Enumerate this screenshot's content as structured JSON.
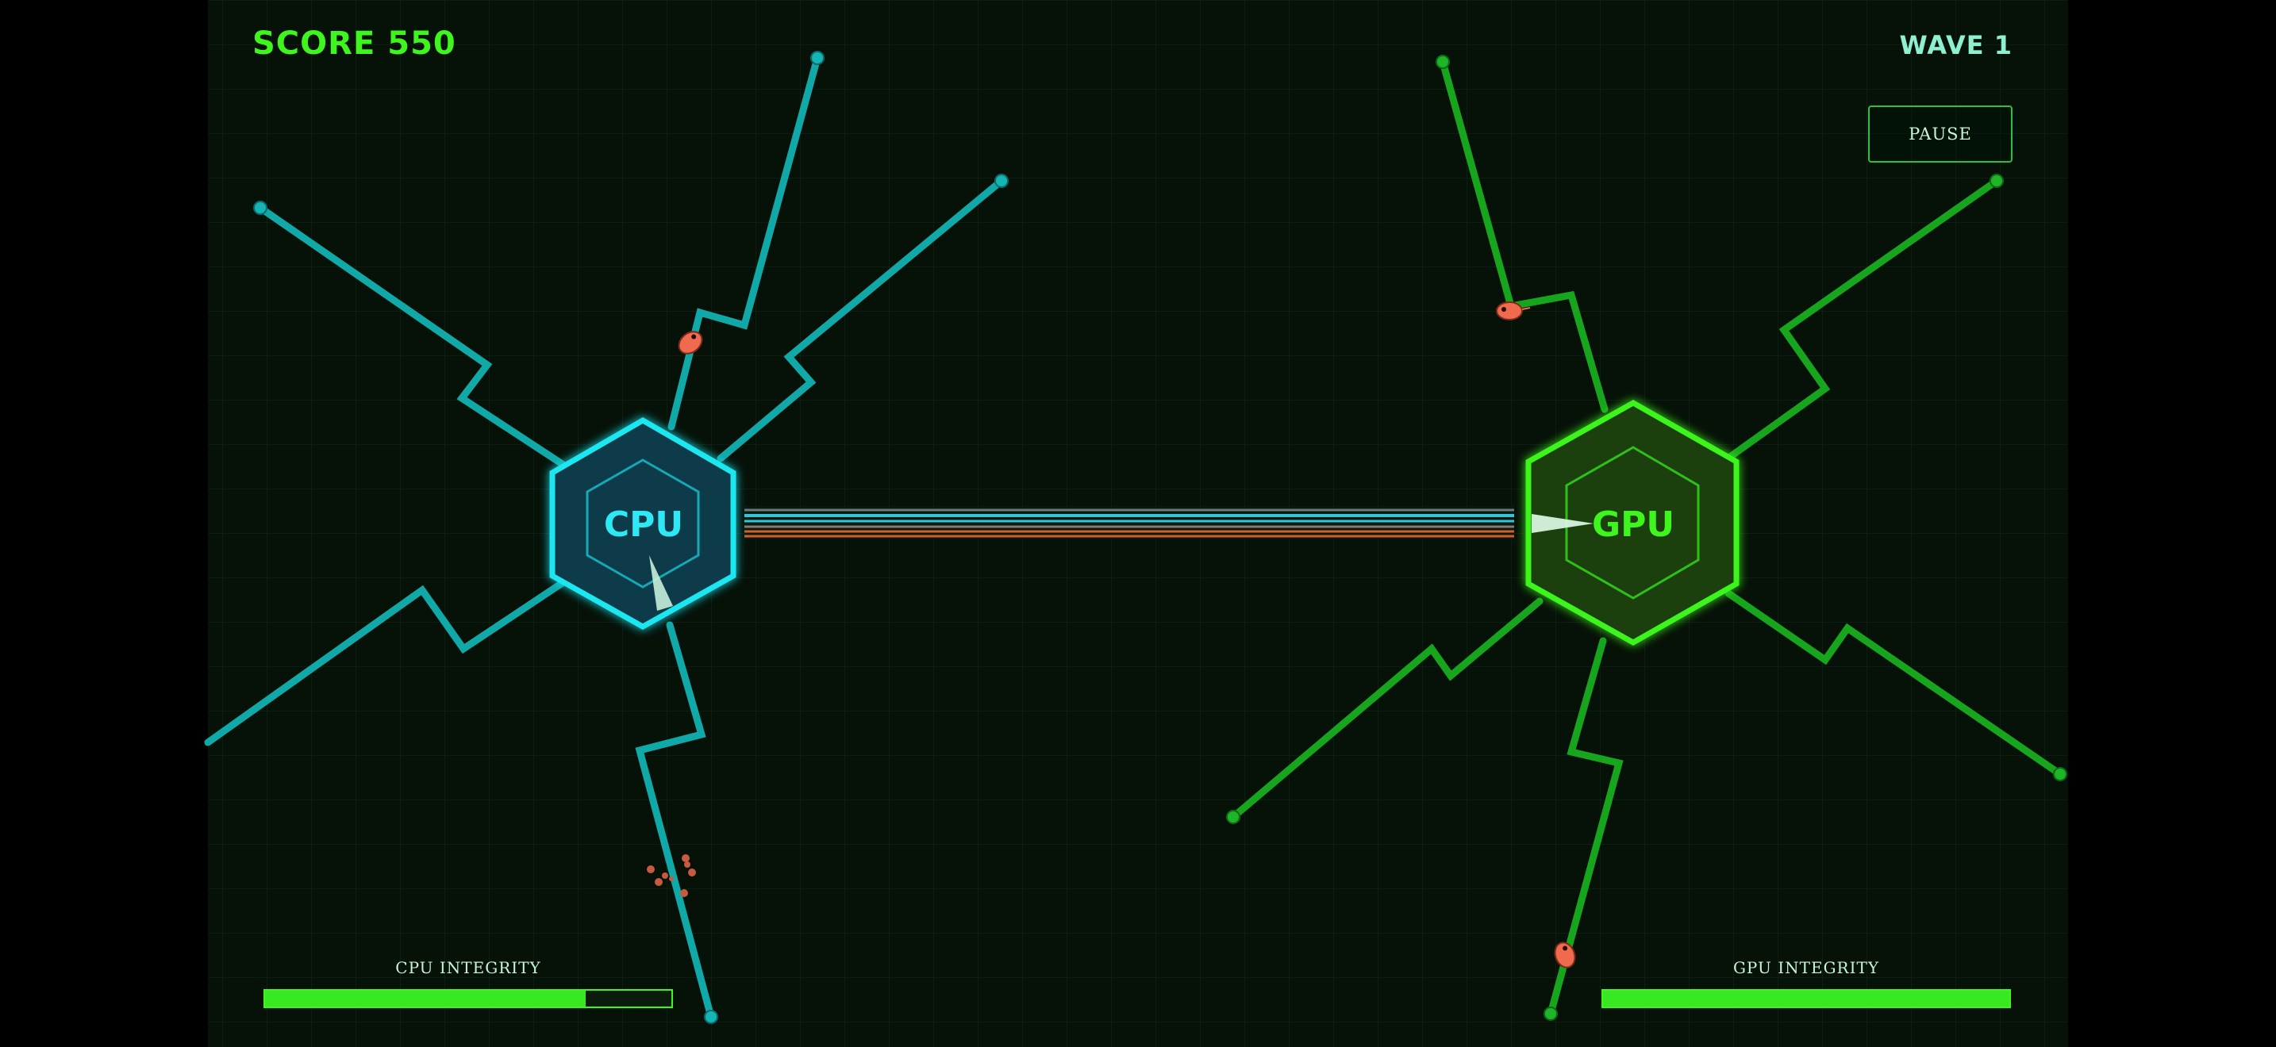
{
  "hud": {
    "score_label": "SCORE",
    "score_value": "550",
    "wave_label": "WAVE",
    "wave_value": "1",
    "pause_label": "PAUSE"
  },
  "cpu": {
    "label": "CPU",
    "integrity_label": "CPU INTEGRITY",
    "integrity": 0.79,
    "color": "#1ee6f0"
  },
  "gpu": {
    "label": "GPU",
    "integrity_label": "GPU INTEGRITY",
    "integrity": 1.0,
    "color": "#3ef51e"
  },
  "colors": {
    "background": "#061108",
    "grid": "#10261a",
    "cpu_trace": "#11a8a8",
    "gpu_trace": "#18a51e",
    "enemy": "#f06a4e"
  }
}
